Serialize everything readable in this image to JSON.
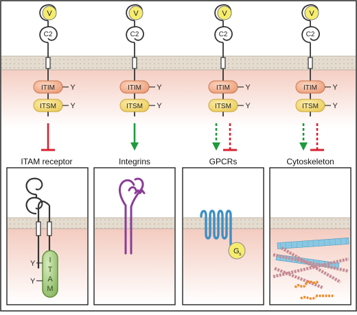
{
  "labels": {
    "domain_v": "V",
    "domain_c2": "C2",
    "itim": "ITIM",
    "itsm": "ITSM",
    "tyrosine": "Y",
    "itam_letters": [
      "I",
      "T",
      "A",
      "M"
    ],
    "gs_main": "G",
    "gs_sub": "s"
  },
  "targets": [
    {
      "label": "ITAM receptor",
      "regulation": "inhibit"
    },
    {
      "label": "Integrins",
      "regulation": "activate"
    },
    {
      "label": "GPCRs",
      "regulation": "activate-and-inhibit"
    },
    {
      "label": "Cytoskeleton",
      "regulation": "activate-and-inhibit"
    }
  ],
  "colors": {
    "v_domain": "#f5ec6e",
    "itim": "#f3b08e",
    "itsm": "#f6dc78",
    "itam": "#a6cc7e",
    "integrin": "#8a3d97",
    "gpcr": "#3d8fc4",
    "activate_arrow": "#1e9a3c",
    "inhibit_arrow": "#d92130",
    "actin": "#c69aa0",
    "microtubule": "#7cc0dd",
    "orange_fiber": "#ee8a28"
  },
  "icons": [
    "ig-v-domain-icon",
    "ig-c2-domain-icon",
    "itim-motif-icon",
    "itsm-motif-icon",
    "itam-receptor-icon",
    "integrin-icon",
    "gpcr-icon",
    "gs-protein-icon",
    "actin-filament-icon",
    "microtubule-icon",
    "activation-arrow-icon",
    "inhibition-arrow-icon"
  ]
}
